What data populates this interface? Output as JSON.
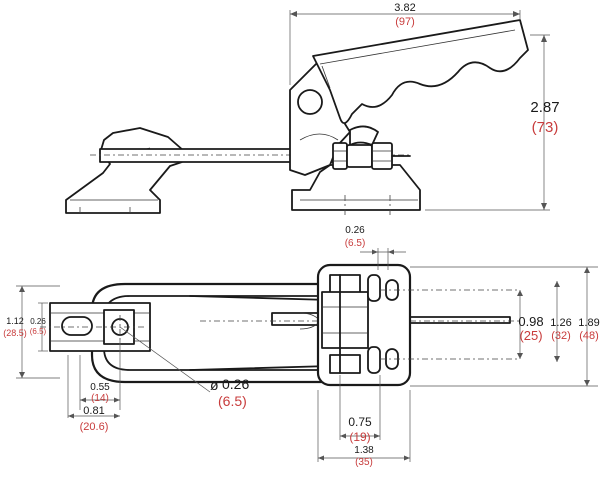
{
  "colors": {
    "line": "#1a1a1a",
    "metric": "#c83c3c",
    "background": "#ffffff"
  },
  "dimensions": {
    "overall_length": {
      "inch": "3.82",
      "mm": "(97)"
    },
    "overall_height": {
      "inch": "2.87",
      "mm": "(73)"
    },
    "bolt_spacing": {
      "inch": "0.26",
      "mm": "(6.5)"
    },
    "spindle_width_a": {
      "inch": "0.98",
      "mm": "(25)"
    },
    "spindle_width_b": {
      "inch": "1.26",
      "mm": "(32)"
    },
    "spindle_width_c": {
      "inch": "1.89",
      "mm": "(48)"
    },
    "latch_height": {
      "inch": "1.12",
      "mm": "(28.5)"
    },
    "latch_slot": {
      "inch": "0.26",
      "mm": "(6.5)"
    },
    "hole_diameter": {
      "prefix": "ø",
      "inch": "0.26",
      "mm": "(6.5)"
    },
    "latch_offset_a": {
      "inch": "0.55",
      "mm": "(14)"
    },
    "latch_offset_b": {
      "inch": "0.81",
      "mm": "(20.6)"
    },
    "base_hole_spacing": {
      "inch": "0.75",
      "mm": "(19)"
    },
    "base_length": {
      "inch": "1.38",
      "mm": "(35)"
    }
  }
}
